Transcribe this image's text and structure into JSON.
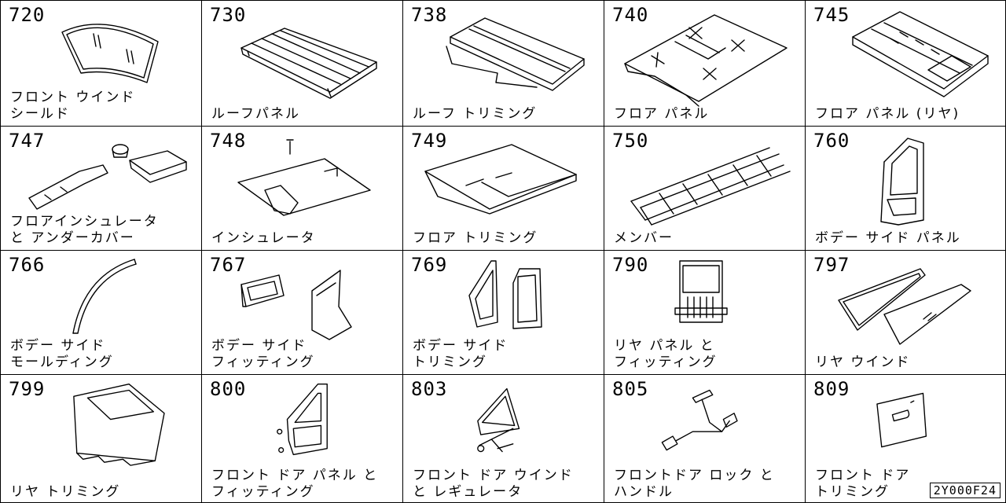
{
  "diagram_id": "2Y000F24",
  "cells": [
    {
      "code": "720",
      "label": "フロント ウインド\nシールド",
      "icon": "windshield-icon"
    },
    {
      "code": "730",
      "label": "ルーフパネル",
      "icon": "roof-panel-icon"
    },
    {
      "code": "738",
      "label": "ルーフ トリミング",
      "icon": "roof-trim-icon"
    },
    {
      "code": "740",
      "label": "フロア パネル",
      "icon": "floor-panel-icon"
    },
    {
      "code": "745",
      "label": "フロア パネル (リヤ)",
      "icon": "rear-floor-panel-icon"
    },
    {
      "code": "747",
      "label": "フロアインシュレータ\nと アンダーカバー",
      "icon": "floor-insulator-icon"
    },
    {
      "code": "748",
      "label": "インシュレータ",
      "icon": "insulator-icon"
    },
    {
      "code": "749",
      "label": "フロア トリミング",
      "icon": "floor-trim-icon"
    },
    {
      "code": "750",
      "label": "メンバー",
      "icon": "frame-member-icon"
    },
    {
      "code": "760",
      "label": "ボデー サイド パネル",
      "icon": "side-panel-icon"
    },
    {
      "code": "766",
      "label": "ボデー サイド\nモールディング",
      "icon": "molding-icon"
    },
    {
      "code": "767",
      "label": "ボデー サイド\nフィッティング",
      "icon": "side-fitting-icon"
    },
    {
      "code": "769",
      "label": "ボデー サイド\nトリミング",
      "icon": "side-trim-icon"
    },
    {
      "code": "790",
      "label": "リヤ パネル と\nフィッティング",
      "icon": "rear-panel-icon"
    },
    {
      "code": "797",
      "label": "リヤ ウインド",
      "icon": "rear-window-icon"
    },
    {
      "code": "799",
      "label": "リヤ トリミング",
      "icon": "rear-trim-icon"
    },
    {
      "code": "800",
      "label": "フロント ドア パネル と\nフィッティング",
      "icon": "front-door-panel-icon"
    },
    {
      "code": "803",
      "label": "フロント ドア ウインド\nと レギュレータ",
      "icon": "door-window-regulator-icon"
    },
    {
      "code": "805",
      "label": "フロントドア ロック と\nハンドル",
      "icon": "door-lock-handle-icon"
    },
    {
      "code": "809",
      "label": "フロント ドア\nトリミング",
      "icon": "door-trim-icon"
    }
  ]
}
